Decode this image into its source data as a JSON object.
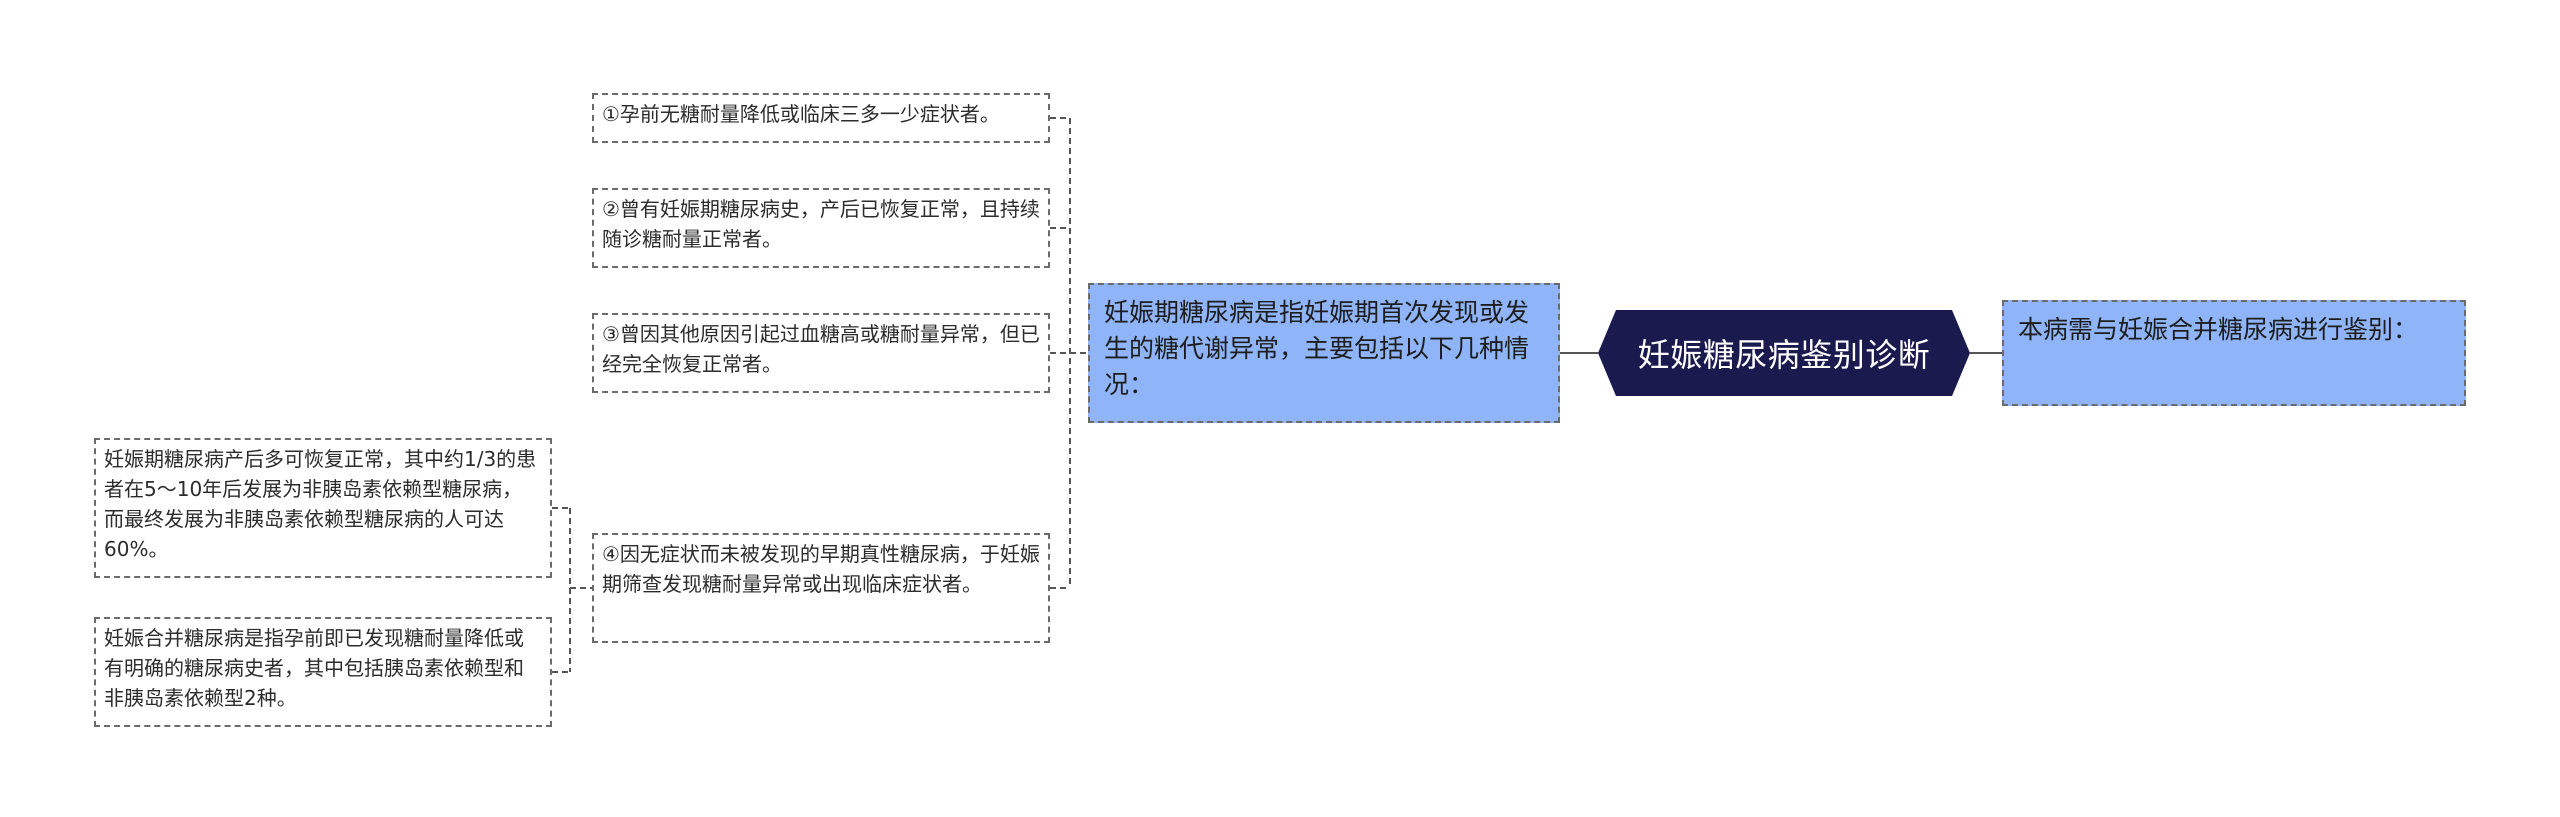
{
  "root": {
    "label": "妊娠糖尿病鉴别诊断"
  },
  "right_node": {
    "text": "本病需与妊娠合并糖尿病进行鉴别："
  },
  "left_node": {
    "text": "妊娠期糖尿病是指妊娠期首次发现或发生的糖代谢异常，主要包括以下几种情况："
  },
  "cases": [
    {
      "text": "①孕前无糖耐量降低或临床三多一少症状者。"
    },
    {
      "text": "②曾有妊娠期糖尿病史，产后已恢复正常，且持续随诊糖耐量正常者。"
    },
    {
      "text": "③曾因其他原因引起过血糖高或糖耐量异常，但已经完全恢复正常者。"
    },
    {
      "text": "④因无症状而未被发现的早期真性糖尿病，于妊娠期筛查发现糖耐量异常或出现临床症状者。"
    }
  ],
  "case4_children": [
    {
      "text": "妊娠期糖尿病产后多可恢复正常，其中约1/3的患者在5～10年后发展为非胰岛素依赖型糖尿病，而最终发展为非胰岛素依赖型糖尿病的人可达60%。"
    },
    {
      "text": "妊娠合并糖尿病是指孕前即已发现糖耐量降低或有明确的糖尿病史者，其中包括胰岛素依赖型和非胰岛素依赖型2种。"
    }
  ],
  "colors": {
    "root_fill": "#1a1a4f",
    "node_fill": "#8fb4f7",
    "connector": "#555555",
    "border": "#6b6b6b"
  }
}
